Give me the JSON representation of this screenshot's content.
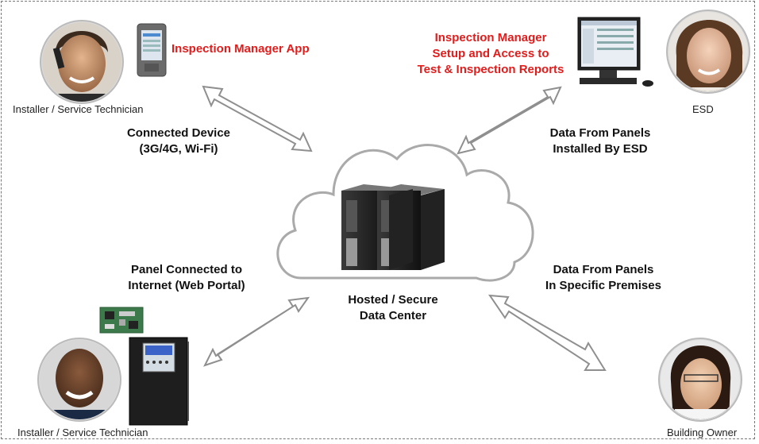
{
  "nodes": {
    "tech_top": {
      "label": "Installer / Service Technician"
    },
    "app": {
      "label": "Inspection Manager App"
    },
    "esd": {
      "label": "ESD"
    },
    "setup": {
      "lines": [
        "Inspection Manager",
        "Setup and Access to",
        "Test & Inspection Reports"
      ]
    },
    "tech_bottom": {
      "label": "Installer / Service Technician"
    },
    "owner": {
      "label": "Building Owner"
    },
    "datacenter": {
      "lines": [
        "Hosted / Secure",
        "Data Center"
      ]
    }
  },
  "connections": {
    "top_left": {
      "lines": [
        "Connected Device",
        "(3G/4G, Wi-Fi)"
      ]
    },
    "top_right": {
      "lines": [
        "Data From Panels",
        "Installed By ESD"
      ]
    },
    "bottom_left": {
      "lines": [
        "Panel Connected to",
        "Internet (Web Portal)"
      ]
    },
    "bottom_right": {
      "lines": [
        "Data From Panels",
        "In Specific Premises"
      ]
    }
  }
}
